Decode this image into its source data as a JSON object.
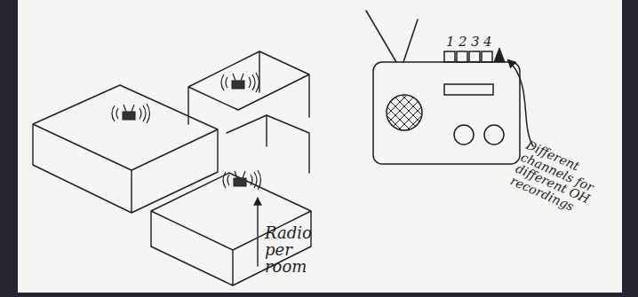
{
  "diagram": {
    "labels": [
      "1",
      "2",
      "3",
      "4",
      "Different channels for different OH recordings",
      "Radio per room"
    ]
  }
}
